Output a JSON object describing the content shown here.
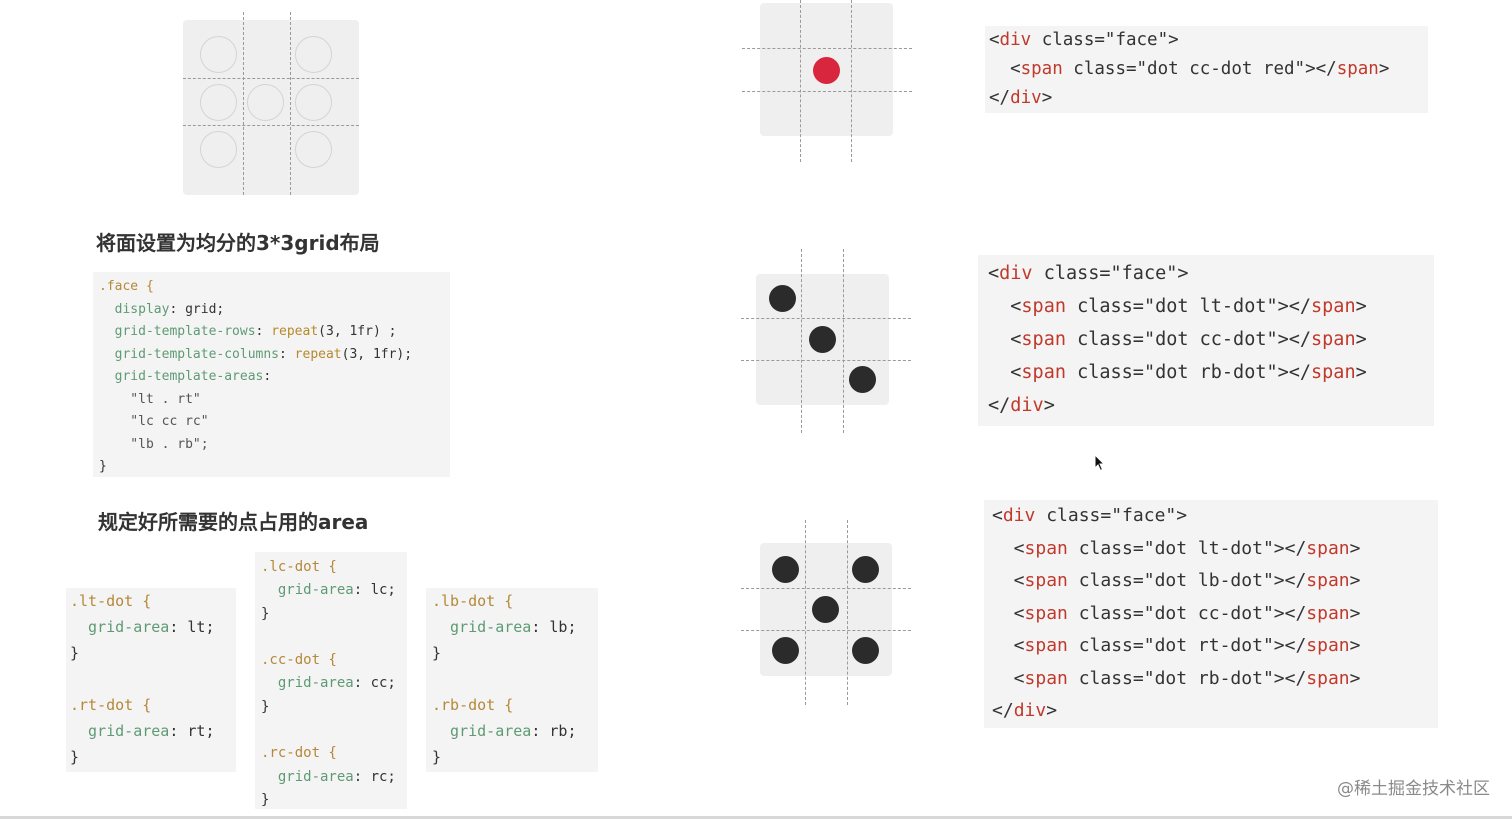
{
  "headings": {
    "grid_layout": "将面设置为均分的3*3grid布局",
    "areas": "规定好所需要的点占用的area"
  },
  "face_css": [
    [
      {
        "t": ".face {",
        "c": "sel"
      }
    ],
    [
      {
        "t": "  display",
        "c": "prop"
      },
      {
        "t": ": grid;",
        "c": "txt"
      }
    ],
    [
      {
        "t": "  grid-template-rows",
        "c": "prop"
      },
      {
        "t": ": ",
        "c": "txt"
      },
      {
        "t": "repeat",
        "c": "fn"
      },
      {
        "t": "(3, 1fr) ;",
        "c": "txt"
      }
    ],
    [
      {
        "t": "  grid-template-columns",
        "c": "prop"
      },
      {
        "t": ": ",
        "c": "txt"
      },
      {
        "t": "repeat",
        "c": "fn"
      },
      {
        "t": "(3, 1fr);",
        "c": "txt"
      }
    ],
    [
      {
        "t": "  grid-template-areas",
        "c": "prop"
      },
      {
        "t": ":",
        "c": "txt"
      }
    ],
    [
      {
        "t": "    \"lt . rt\"",
        "c": "str"
      }
    ],
    [
      {
        "t": "    \"lc cc rc\"",
        "c": "str"
      }
    ],
    [
      {
        "t": "    \"lb . rb\";",
        "c": "str"
      }
    ],
    [
      {
        "t": "}",
        "c": "txt"
      }
    ]
  ],
  "area_css_col1": [
    [
      {
        "t": ".lt-dot {",
        "c": "sel"
      }
    ],
    [
      {
        "t": "  grid-area",
        "c": "prop"
      },
      {
        "t": ": lt;",
        "c": "txt"
      }
    ],
    [
      {
        "t": "}",
        "c": "txt"
      }
    ],
    [
      {
        "t": " ",
        "c": "txt"
      }
    ],
    [
      {
        "t": ".rt-dot {",
        "c": "sel"
      }
    ],
    [
      {
        "t": "  grid-area",
        "c": "prop"
      },
      {
        "t": ": rt;",
        "c": "txt"
      }
    ],
    [
      {
        "t": "}",
        "c": "txt"
      }
    ]
  ],
  "area_css_col2": [
    [
      {
        "t": ".lc-dot {",
        "c": "sel"
      }
    ],
    [
      {
        "t": "  grid-area",
        "c": "prop"
      },
      {
        "t": ": lc;",
        "c": "txt"
      }
    ],
    [
      {
        "t": "}",
        "c": "txt"
      }
    ],
    [
      {
        "t": " ",
        "c": "txt"
      }
    ],
    [
      {
        "t": ".cc-dot {",
        "c": "sel"
      }
    ],
    [
      {
        "t": "  grid-area",
        "c": "prop"
      },
      {
        "t": ": cc;",
        "c": "txt"
      }
    ],
    [
      {
        "t": "}",
        "c": "txt"
      }
    ],
    [
      {
        "t": " ",
        "c": "txt"
      }
    ],
    [
      {
        "t": ".rc-dot {",
        "c": "sel"
      }
    ],
    [
      {
        "t": "  grid-area",
        "c": "prop"
      },
      {
        "t": ": rc;",
        "c": "txt"
      }
    ],
    [
      {
        "t": "}",
        "c": "txt"
      }
    ]
  ],
  "area_css_col3": [
    [
      {
        "t": ".lb-dot {",
        "c": "sel"
      }
    ],
    [
      {
        "t": "  grid-area",
        "c": "prop"
      },
      {
        "t": ": lb;",
        "c": "txt"
      }
    ],
    [
      {
        "t": "}",
        "c": "txt"
      }
    ],
    [
      {
        "t": " ",
        "c": "txt"
      }
    ],
    [
      {
        "t": ".rb-dot {",
        "c": "sel"
      }
    ],
    [
      {
        "t": "  grid-area",
        "c": "prop"
      },
      {
        "t": ": rb;",
        "c": "txt"
      }
    ],
    [
      {
        "t": "}",
        "c": "txt"
      }
    ]
  ],
  "html_one": [
    [
      {
        "t": "<",
        "c": "txt"
      },
      {
        "t": "div",
        "c": "tag"
      },
      {
        "t": " class=\"face\">",
        "c": "txt"
      }
    ],
    [
      {
        "t": "  <",
        "c": "txt"
      },
      {
        "t": "span",
        "c": "tag"
      },
      {
        "t": " class=\"dot cc-dot red\"></",
        "c": "txt"
      },
      {
        "t": "span",
        "c": "tag"
      },
      {
        "t": ">",
        "c": "txt"
      }
    ],
    [
      {
        "t": "</",
        "c": "txt"
      },
      {
        "t": "div",
        "c": "tag"
      },
      {
        "t": ">",
        "c": "txt"
      }
    ]
  ],
  "html_three": [
    [
      {
        "t": "<",
        "c": "txt"
      },
      {
        "t": "div",
        "c": "tag"
      },
      {
        "t": " class=\"face\">",
        "c": "txt"
      }
    ],
    [
      {
        "t": "  <",
        "c": "txt"
      },
      {
        "t": "span",
        "c": "tag"
      },
      {
        "t": " class=\"dot lt-dot\"></",
        "c": "txt"
      },
      {
        "t": "span",
        "c": "tag"
      },
      {
        "t": ">",
        "c": "txt"
      }
    ],
    [
      {
        "t": "  <",
        "c": "txt"
      },
      {
        "t": "span",
        "c": "tag"
      },
      {
        "t": " class=\"dot cc-dot\"></",
        "c": "txt"
      },
      {
        "t": "span",
        "c": "tag"
      },
      {
        "t": ">",
        "c": "txt"
      }
    ],
    [
      {
        "t": "  <",
        "c": "txt"
      },
      {
        "t": "span",
        "c": "tag"
      },
      {
        "t": " class=\"dot rb-dot\"></",
        "c": "txt"
      },
      {
        "t": "span",
        "c": "tag"
      },
      {
        "t": ">",
        "c": "txt"
      }
    ],
    [
      {
        "t": "</",
        "c": "txt"
      },
      {
        "t": "div",
        "c": "tag"
      },
      {
        "t": ">",
        "c": "txt"
      }
    ]
  ],
  "html_five": [
    [
      {
        "t": "<",
        "c": "txt"
      },
      {
        "t": "div",
        "c": "tag"
      },
      {
        "t": " class=\"face\">",
        "c": "txt"
      }
    ],
    [
      {
        "t": "  <",
        "c": "txt"
      },
      {
        "t": "span",
        "c": "tag"
      },
      {
        "t": " class=\"dot lt-dot\"></",
        "c": "txt"
      },
      {
        "t": "span",
        "c": "tag"
      },
      {
        "t": ">",
        "c": "txt"
      }
    ],
    [
      {
        "t": "  <",
        "c": "txt"
      },
      {
        "t": "span",
        "c": "tag"
      },
      {
        "t": " class=\"dot lb-dot\"></",
        "c": "txt"
      },
      {
        "t": "span",
        "c": "tag"
      },
      {
        "t": ">",
        "c": "txt"
      }
    ],
    [
      {
        "t": "  <",
        "c": "txt"
      },
      {
        "t": "span",
        "c": "tag"
      },
      {
        "t": " class=\"dot cc-dot\"></",
        "c": "txt"
      },
      {
        "t": "span",
        "c": "tag"
      },
      {
        "t": ">",
        "c": "txt"
      }
    ],
    [
      {
        "t": "  <",
        "c": "txt"
      },
      {
        "t": "span",
        "c": "tag"
      },
      {
        "t": " class=\"dot rt-dot\"></",
        "c": "txt"
      },
      {
        "t": "span",
        "c": "tag"
      },
      {
        "t": ">",
        "c": "txt"
      }
    ],
    [
      {
        "t": "  <",
        "c": "txt"
      },
      {
        "t": "span",
        "c": "tag"
      },
      {
        "t": " class=\"dot rb-dot\"></",
        "c": "txt"
      },
      {
        "t": "span",
        "c": "tag"
      },
      {
        "t": ">",
        "c": "txt"
      }
    ],
    [
      {
        "t": "</",
        "c": "txt"
      },
      {
        "t": "div",
        "c": "tag"
      },
      {
        "t": ">",
        "c": "txt"
      }
    ]
  ],
  "watermark": "@稀土掘金技术社区",
  "colors": {
    "red_dot": "#d7263d",
    "black_dot": "#2b2b2b",
    "tag": "#c0392b",
    "property": "#5e9a74",
    "selector": "#b5893a"
  },
  "icons": {
    "cursor": "mouse-pointer-icon"
  }
}
